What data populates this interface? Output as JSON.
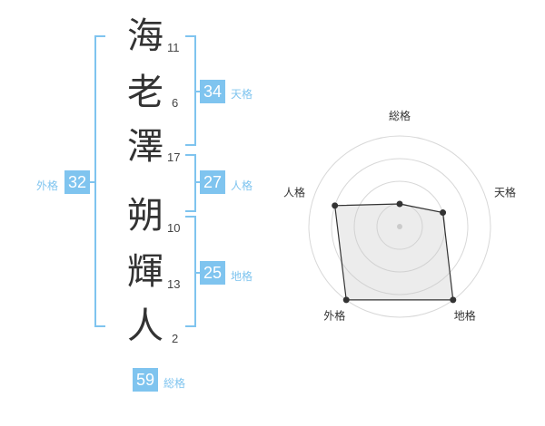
{
  "name": {
    "characters": [
      {
        "char": "海",
        "strokes": "11"
      },
      {
        "char": "老",
        "strokes": "6"
      },
      {
        "char": "澤",
        "strokes": "17"
      },
      {
        "char": "朔",
        "strokes": "10"
      },
      {
        "char": "輝",
        "strokes": "13"
      },
      {
        "char": "人",
        "strokes": "2"
      }
    ]
  },
  "fortune": {
    "tenkaku": {
      "value": "34",
      "label": "天格"
    },
    "jinkaku": {
      "value": "27",
      "label": "人格"
    },
    "chikaku": {
      "value": "25",
      "label": "地格"
    },
    "gaikaku": {
      "value": "32",
      "label": "外格"
    },
    "soukaku": {
      "value": "59",
      "label": "総格"
    }
  },
  "accent_color": "#7fc4ef",
  "chart_data": {
    "type": "radar",
    "axes": [
      "総格",
      "天格",
      "地格",
      "外格",
      "人格"
    ],
    "values": [
      1,
      2,
      4,
      4,
      3
    ],
    "max": 4,
    "rings": 4
  }
}
